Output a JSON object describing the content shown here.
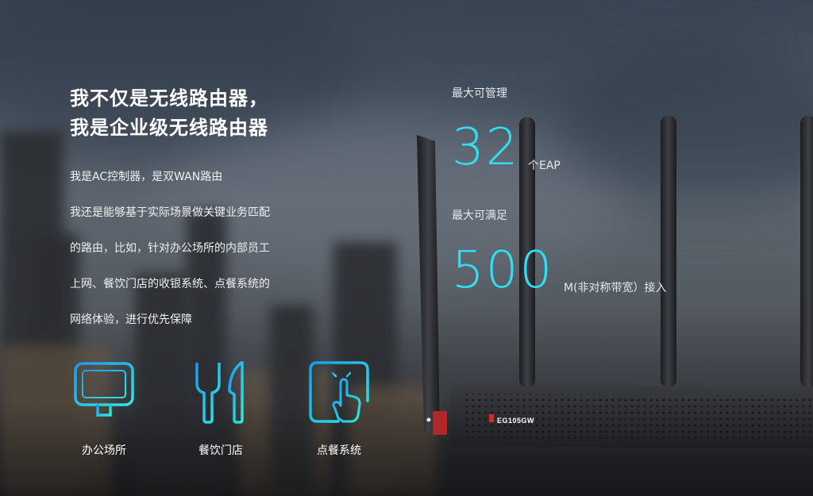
{
  "headline": {
    "line1": "我不仅是无线路由器，",
    "line2": "我是企业级无线路由器"
  },
  "description": [
    "我是AC控制器，是双WAN路由",
    "我还是能够基于实际场景做关键业务匹配",
    "的路由，比如，针对办公场所的内部员工",
    "上网、餐饮门店的收银系统、点餐系统的",
    "网络体验，进行优先保障"
  ],
  "features": [
    {
      "label": "办公场所",
      "icon": "monitor-icon"
    },
    {
      "label": "餐饮门店",
      "icon": "fork-knife-icon"
    },
    {
      "label": "点餐系统",
      "icon": "touch-hand-icon"
    }
  ],
  "stats": [
    {
      "label": "最大可管理",
      "value": "32",
      "unit": "个EAP"
    },
    {
      "label": "最大可满足",
      "value": "500",
      "unit": "M(非对称带宽）接入"
    }
  ],
  "product": {
    "model": "EG105GW"
  },
  "colors": {
    "accent": "#2fe0f5",
    "icon_gradient_start": "#1a9bef",
    "icon_gradient_end": "#2fe8e0"
  }
}
